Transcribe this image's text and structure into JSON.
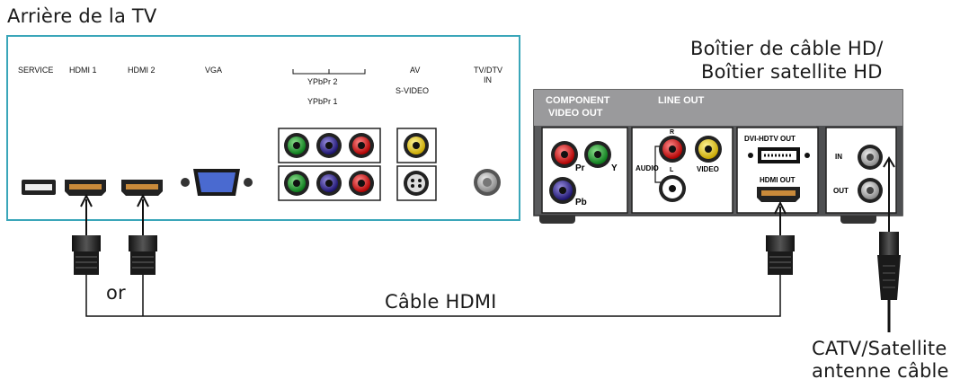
{
  "tv": {
    "title": "Arrière de la TV",
    "ports": {
      "service": "SERVICE",
      "hdmi1": "HDMI 1",
      "hdmi2": "HDMI 2",
      "vga": "VGA",
      "ypbpr2": "YPbPr 2",
      "ypbpr1": "YPbPr 1",
      "av": "AV",
      "svideo": "S-VIDEO",
      "tvdtv_line1": "TV/DTV",
      "tvdtv_line2": "IN"
    }
  },
  "box": {
    "title_line1": "Boîtier de câble HD/",
    "title_line2": "Boîtier satellite HD",
    "component_line1": "COMPONENT",
    "component_line2": "VIDEO OUT",
    "line_out": "LINE OUT",
    "pr": "Pr",
    "y": "Y",
    "pb": "Pb",
    "r": "R",
    "l": "L",
    "audio": "AUDIO",
    "video": "VIDEO",
    "dvi": "DVI-HDTV OUT",
    "hdmi_out": "HDMI OUT",
    "in": "IN",
    "out": "OUT"
  },
  "labels": {
    "or": "or",
    "cable": "Câble HDMI",
    "antenna_line1": "CATV/Satellite",
    "antenna_line2": "antenne câble"
  },
  "colors": {
    "tv_border": "#3aa6b9",
    "box_body": "#595a5c",
    "box_header": "#9a9a9c"
  }
}
